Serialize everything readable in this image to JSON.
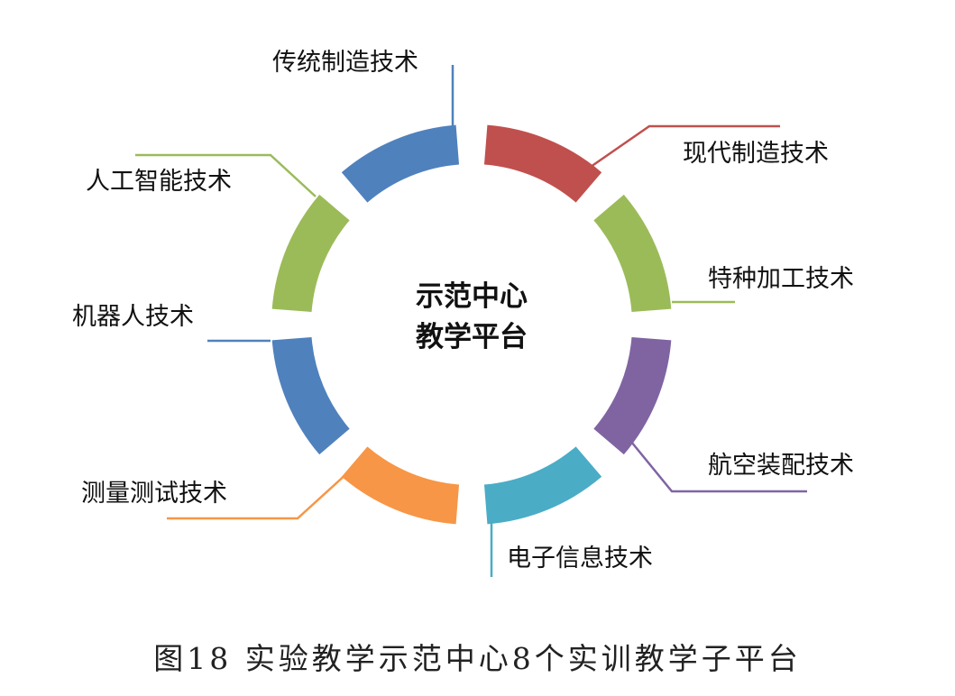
{
  "center": {
    "line1": "示范中心",
    "line2": "教学平台"
  },
  "platforms": [
    {
      "label": "现代制造技术",
      "color": "#c0504d"
    },
    {
      "label": "特种加工技术",
      "color": "#9bbb59"
    },
    {
      "label": "航空装配技术",
      "color": "#8064a2"
    },
    {
      "label": "电子信息技术",
      "color": "#4bacc6"
    },
    {
      "label": "测量测试技术",
      "color": "#f79646"
    },
    {
      "label": "机器人技术",
      "color": "#4f81bd"
    },
    {
      "label": "人工智能技术",
      "color": "#9bbb59"
    },
    {
      "label": "传统制造技术",
      "color": "#4f81bd"
    }
  ],
  "caption": "图18  实验教学示范中心8个实训教学子平台"
}
